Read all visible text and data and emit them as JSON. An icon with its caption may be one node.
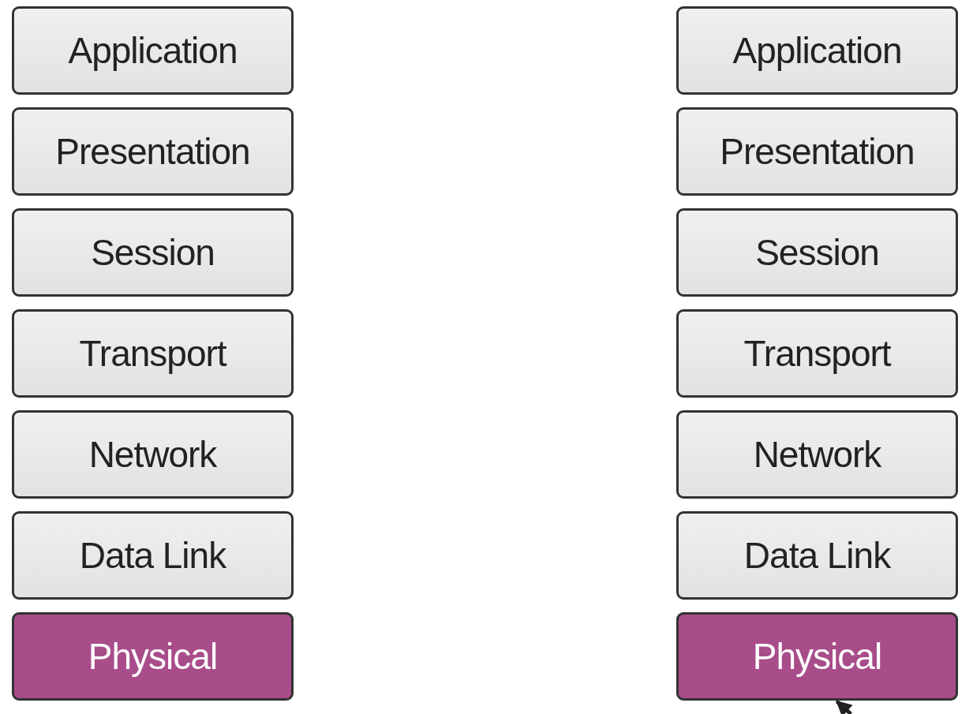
{
  "diagram": {
    "nodes": [
      {
        "text": [
          "Application"
        ]
      },
      {
        "text": [
          "Presentation"
        ]
      },
      {
        "text": [
          "Session"
        ]
      },
      {
        "text": [
          "Transport"
        ]
      },
      {
        "text": [
          "Network"
        ]
      },
      {
        "text": [
          "Data Link"
        ]
      },
      {
        "text": [
          "Physical"
        ]
      },
      {
        "text": [
          "Application"
        ]
      },
      {
        "text": [
          "Presentation"
        ]
      },
      {
        "text": [
          "Session"
        ]
      },
      {
        "text": [
          "Transport"
        ]
      },
      {
        "text": [
          "Network"
        ]
      },
      {
        "text": [
          "Data Link"
        ]
      },
      {
        "text": [
          "Physical"
        ]
      }
    ],
    "edges": [
      {
        "from": null,
        "to": 13,
        "arrow": "to"
      }
    ]
  }
}
